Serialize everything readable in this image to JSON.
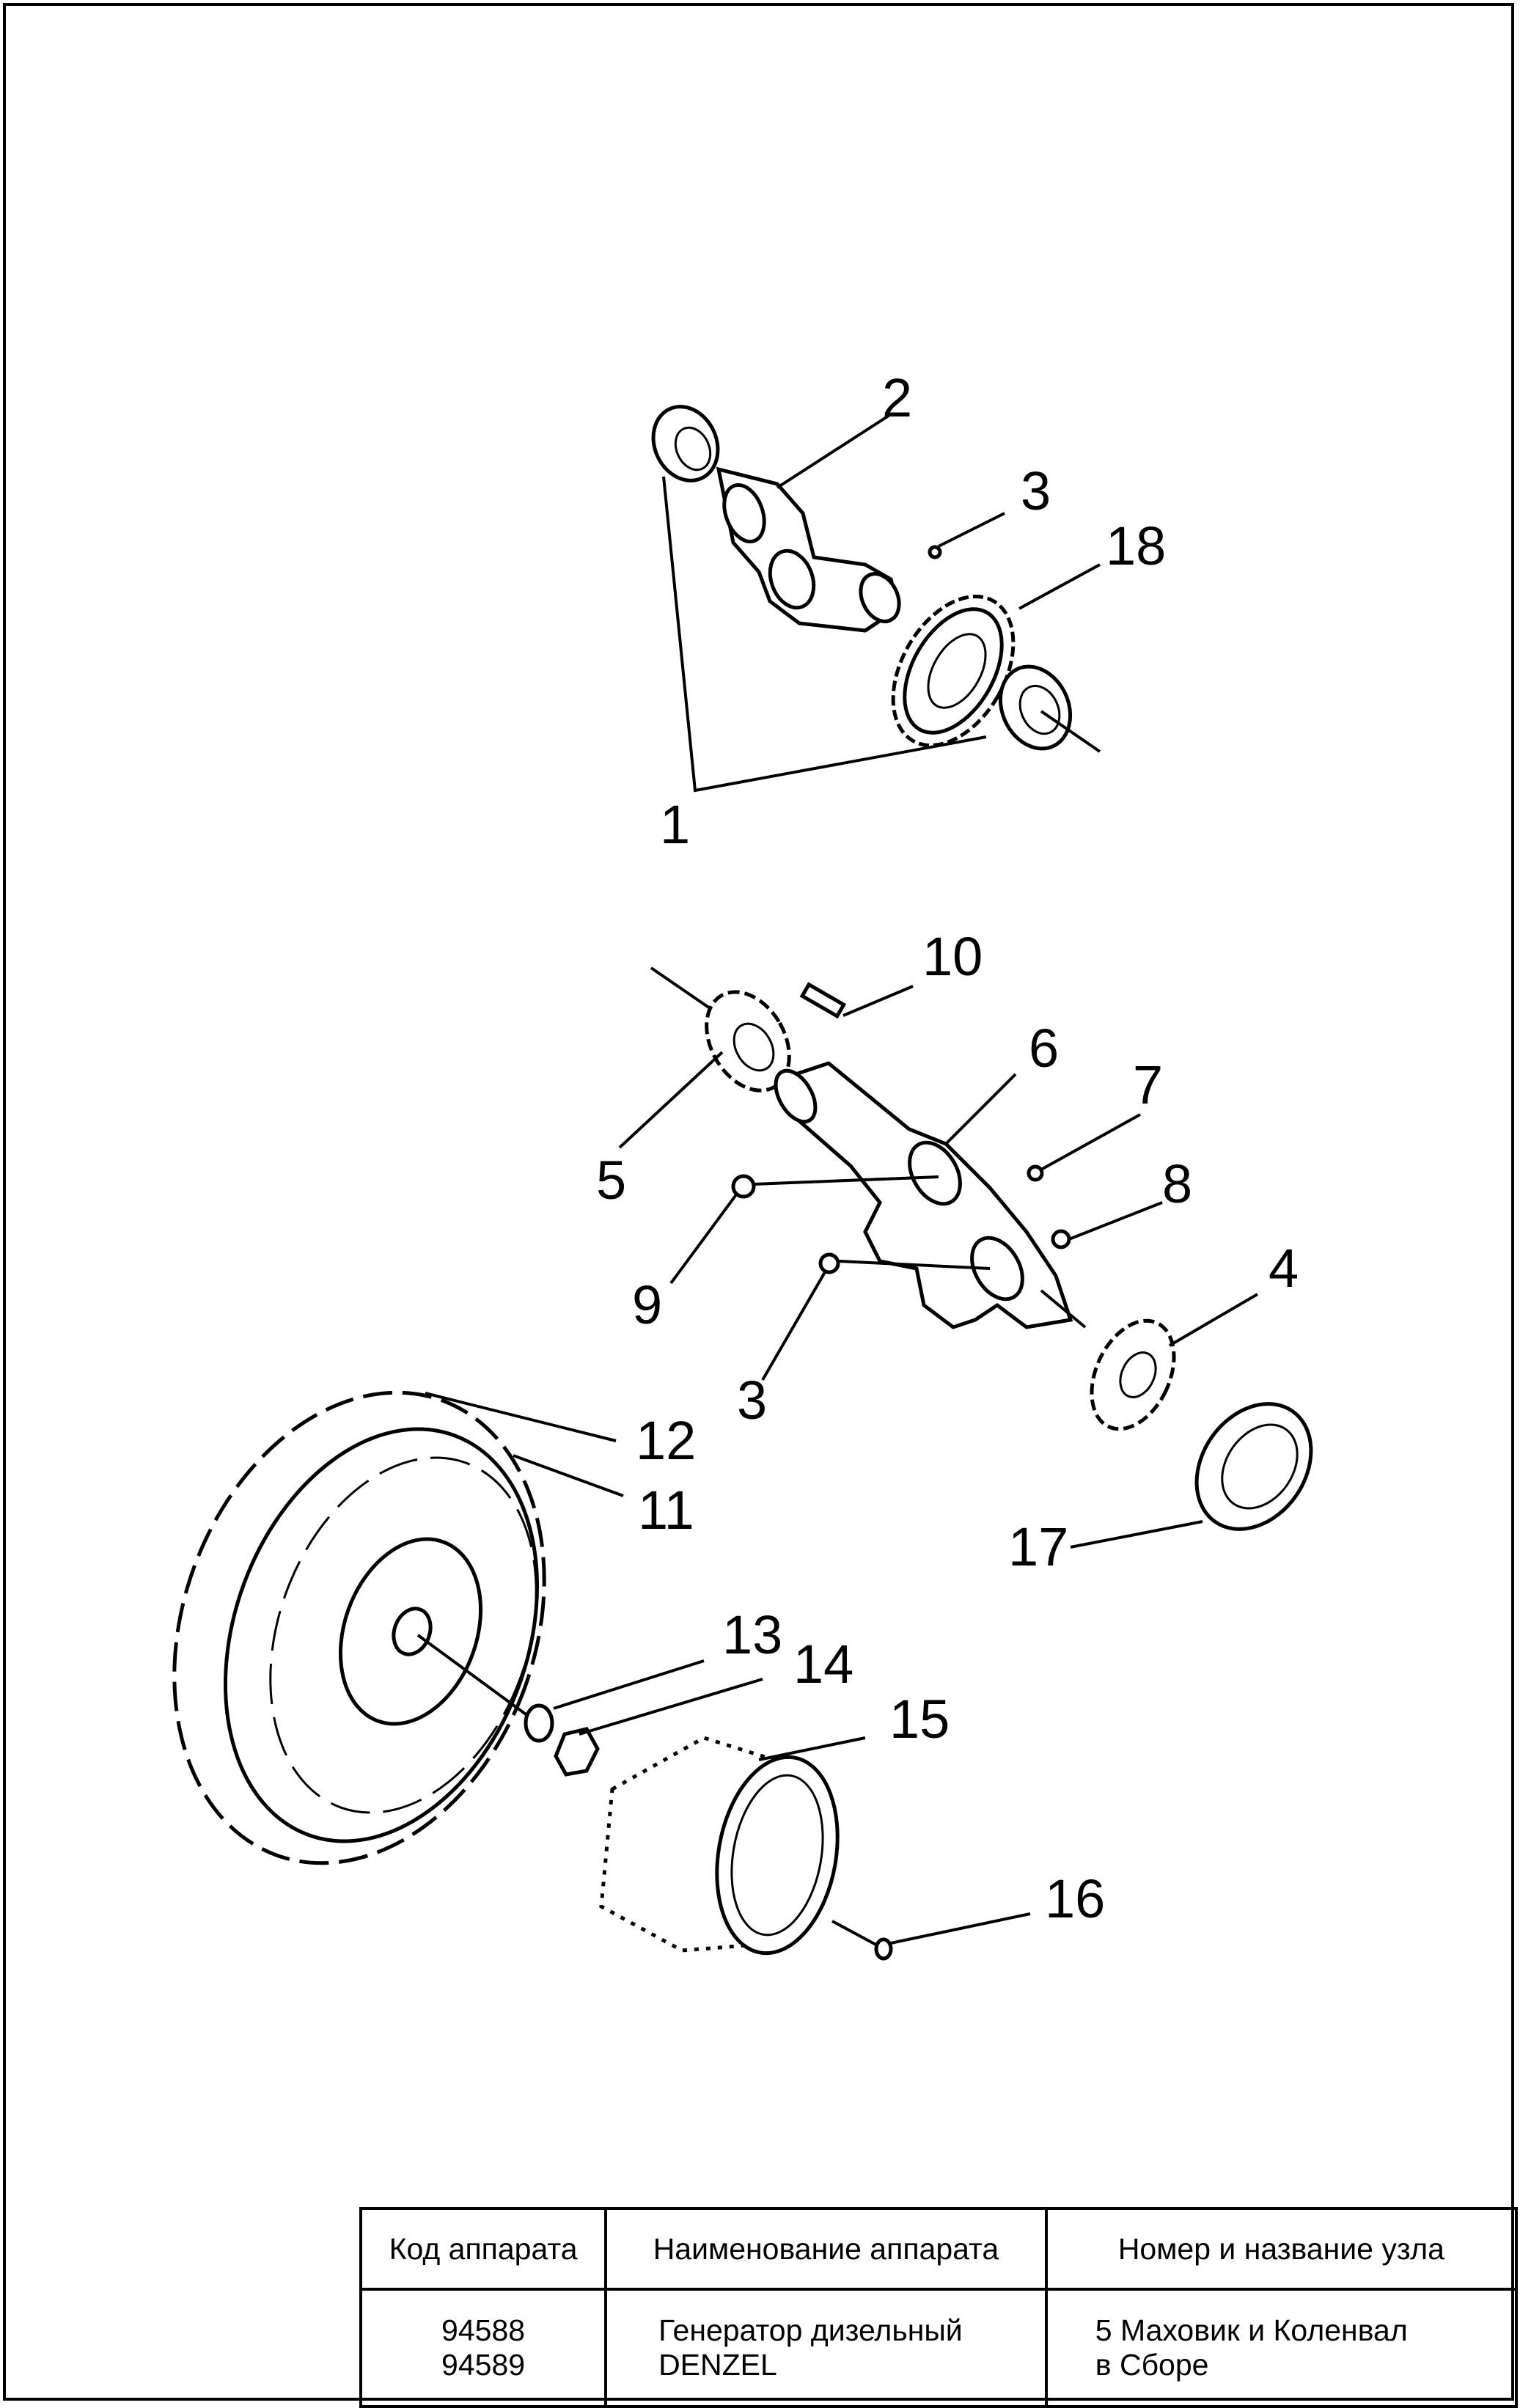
{
  "callouts": {
    "c1": "1",
    "c2": "2",
    "c3a": "3",
    "c3b": "3",
    "c4": "4",
    "c5": "5",
    "c6": "6",
    "c7": "7",
    "c8": "8",
    "c9": "9",
    "c10": "10",
    "c11": "11",
    "c12": "12",
    "c13": "13",
    "c14": "14",
    "c15": "15",
    "c16": "16",
    "c17": "17",
    "c18": "18"
  },
  "title_block": {
    "headers": [
      "Код аппарата",
      "Наименование аппарата",
      "Номер и название узла"
    ],
    "device_codes": [
      "94588",
      "94589"
    ],
    "device_name": [
      "Генератор дизельный",
      "DENZEL"
    ],
    "assembly": [
      "5 Маховик и Коленвал",
      "в Сборе"
    ]
  }
}
